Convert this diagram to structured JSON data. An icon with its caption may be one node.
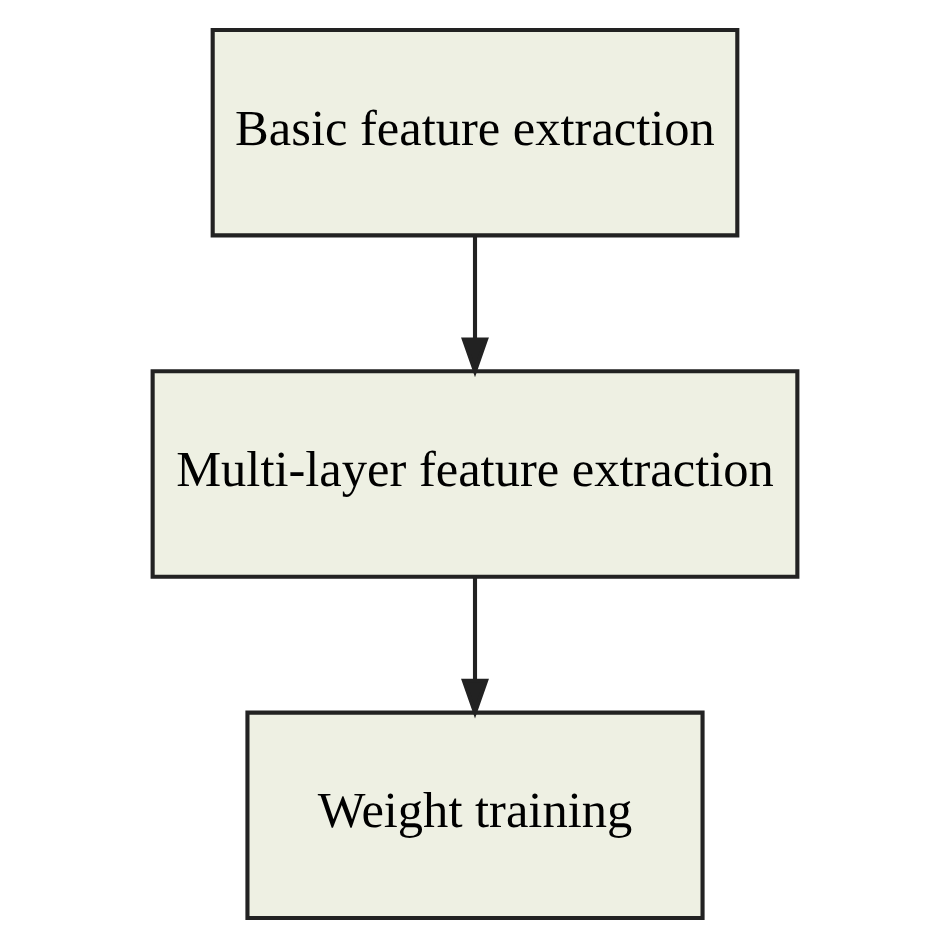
{
  "diagram": {
    "nodes": [
      {
        "text": [
          "Basic feature extraction"
        ]
      },
      {
        "text": [
          "Multi-layer feature extraction"
        ]
      },
      {
        "text": [
          "Weight training"
        ]
      }
    ],
    "edges": [
      {
        "from": 0,
        "to": 1,
        "arrow": "to"
      },
      {
        "from": 1,
        "to": 2,
        "arrow": "to"
      }
    ]
  }
}
